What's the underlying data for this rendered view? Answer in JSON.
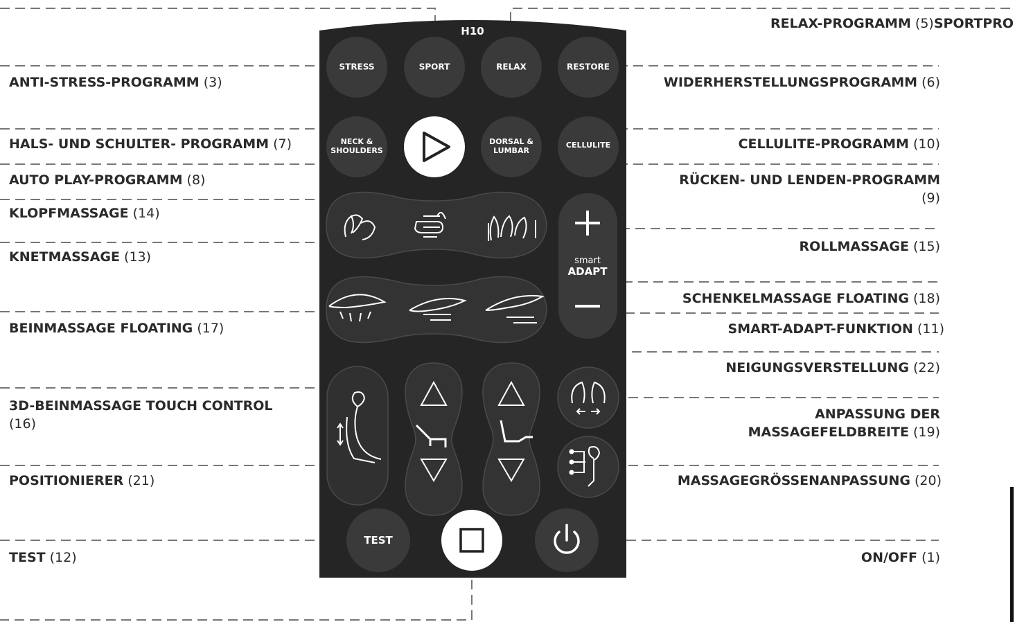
{
  "remote": {
    "model": "H10",
    "buttons": {
      "stress": "STRESS",
      "sport": "SPORT",
      "relax": "RELAX",
      "restore": "RESTORE",
      "neck_line1": "NECK &",
      "neck_line2": "SHOULDERS",
      "dorsal_line1": "DORSAL &",
      "dorsal_line2": "LUMBAR",
      "cellulite": "CELLULITE",
      "smart": "smart",
      "adapt": "ADAPT",
      "test": "TEST"
    }
  },
  "labels_left": [
    {
      "name": "ANTI-STRESS-PROGRAMM",
      "num": "(3)"
    },
    {
      "name": "HALS- UND SCHULTER- PROGRAMM",
      "num": "(7)"
    },
    {
      "name": "AUTO PLAY-PROGRAMM",
      "num": "(8)"
    },
    {
      "name": "KLOPFMASSAGE",
      "num": "(14)"
    },
    {
      "name": "KNETMASSAGE",
      "num": "(13)"
    },
    {
      "name": "BEINMASSAGE FLOATING",
      "num": "(17)"
    },
    {
      "name": "3D-BEINMASSAGE TOUCH CONTROL",
      "num": "(16)"
    },
    {
      "name": "POSITIONIERER",
      "num": "(21)"
    },
    {
      "name": "TEST",
      "num": "(12)"
    }
  ],
  "labels_right": [
    {
      "name": "RELAX-PROGRAMM",
      "num": "(5)"
    },
    {
      "name": "WIDERHERSTELLUNGSPROGRAMM",
      "num": "(6)"
    },
    {
      "name": "CELLULITE-PROGRAMM",
      "num": "(10)"
    },
    {
      "name": "RÜCKEN- UND LENDEN-PROGRAMM",
      "num": "(9)"
    },
    {
      "name": "ROLLMASSAGE",
      "num": "(15)"
    },
    {
      "name": "SCHENKELMASSAGE FLOATING",
      "num": "(18)"
    },
    {
      "name": "SMART-ADAPT-FUNKTION",
      "num": "(11)"
    },
    {
      "name": "NEIGUNGSVERSTELLUNG",
      "num": "(22)"
    },
    {
      "name": "ANPASSUNG DER",
      "name2": "MASSAGEFELDBREITE",
      "num": "(19)"
    },
    {
      "name": "MASSAGEGRÖSSENANPASSUNG",
      "num": "(20)"
    },
    {
      "name": "ON/OFF",
      "num": "(1)"
    }
  ],
  "label_top_right_cut": "SPORTPRO"
}
